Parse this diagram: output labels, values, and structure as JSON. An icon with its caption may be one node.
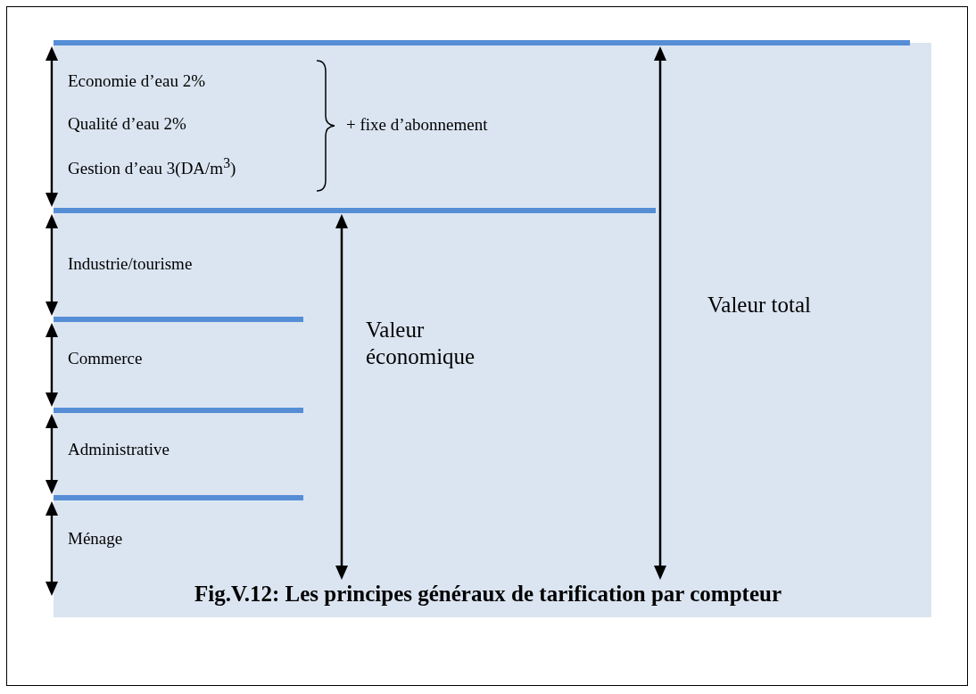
{
  "diagram": {
    "caption": "Fig.V.12: Les principes généraux de tarification par compteur",
    "labels": [
      "Economie d’eau 2%",
      "Qualité d’eau 2%",
      "Gestion d’eau 3(DA/m$^{3}$)",
      "+ fixe d’abonnement",
      "Industrie/tourisme",
      "Commerce",
      "Administrative",
      "Ménage",
      "Valeur économique",
      "Valeur total"
    ]
  }
}
